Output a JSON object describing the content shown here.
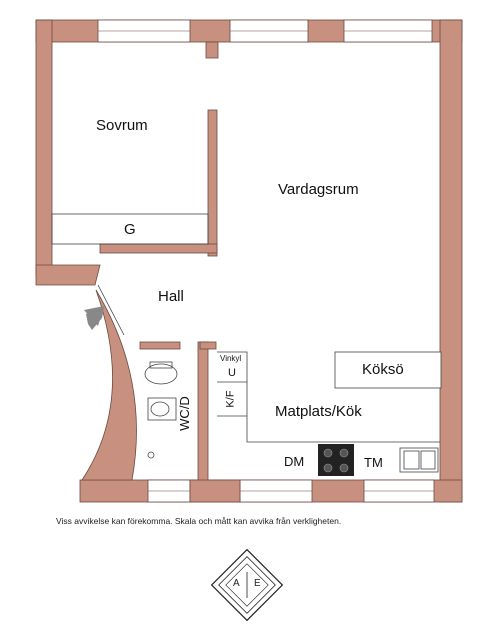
{
  "rooms": {
    "sovrum": "Sovrum",
    "vardagsrum": "Vardagsrum",
    "garderob": "G",
    "hall": "Hall",
    "wc": "WC/D",
    "vinkyl": "Vinkyl",
    "u": "U",
    "kf": "K/F",
    "koksö": "Köksö",
    "matplats": "Matplats/Kök",
    "dm": "DM",
    "tm": "TM"
  },
  "disclaimer": "Viss avvikelse kan förekomma. Skala och mått kan avvika från verkligheten.",
  "logo": {
    "left": "A",
    "right": "E"
  },
  "colors": {
    "wall": "#c8917f",
    "wall_stroke": "#6b4a40",
    "window": "#ffffff",
    "line": "#444444"
  }
}
